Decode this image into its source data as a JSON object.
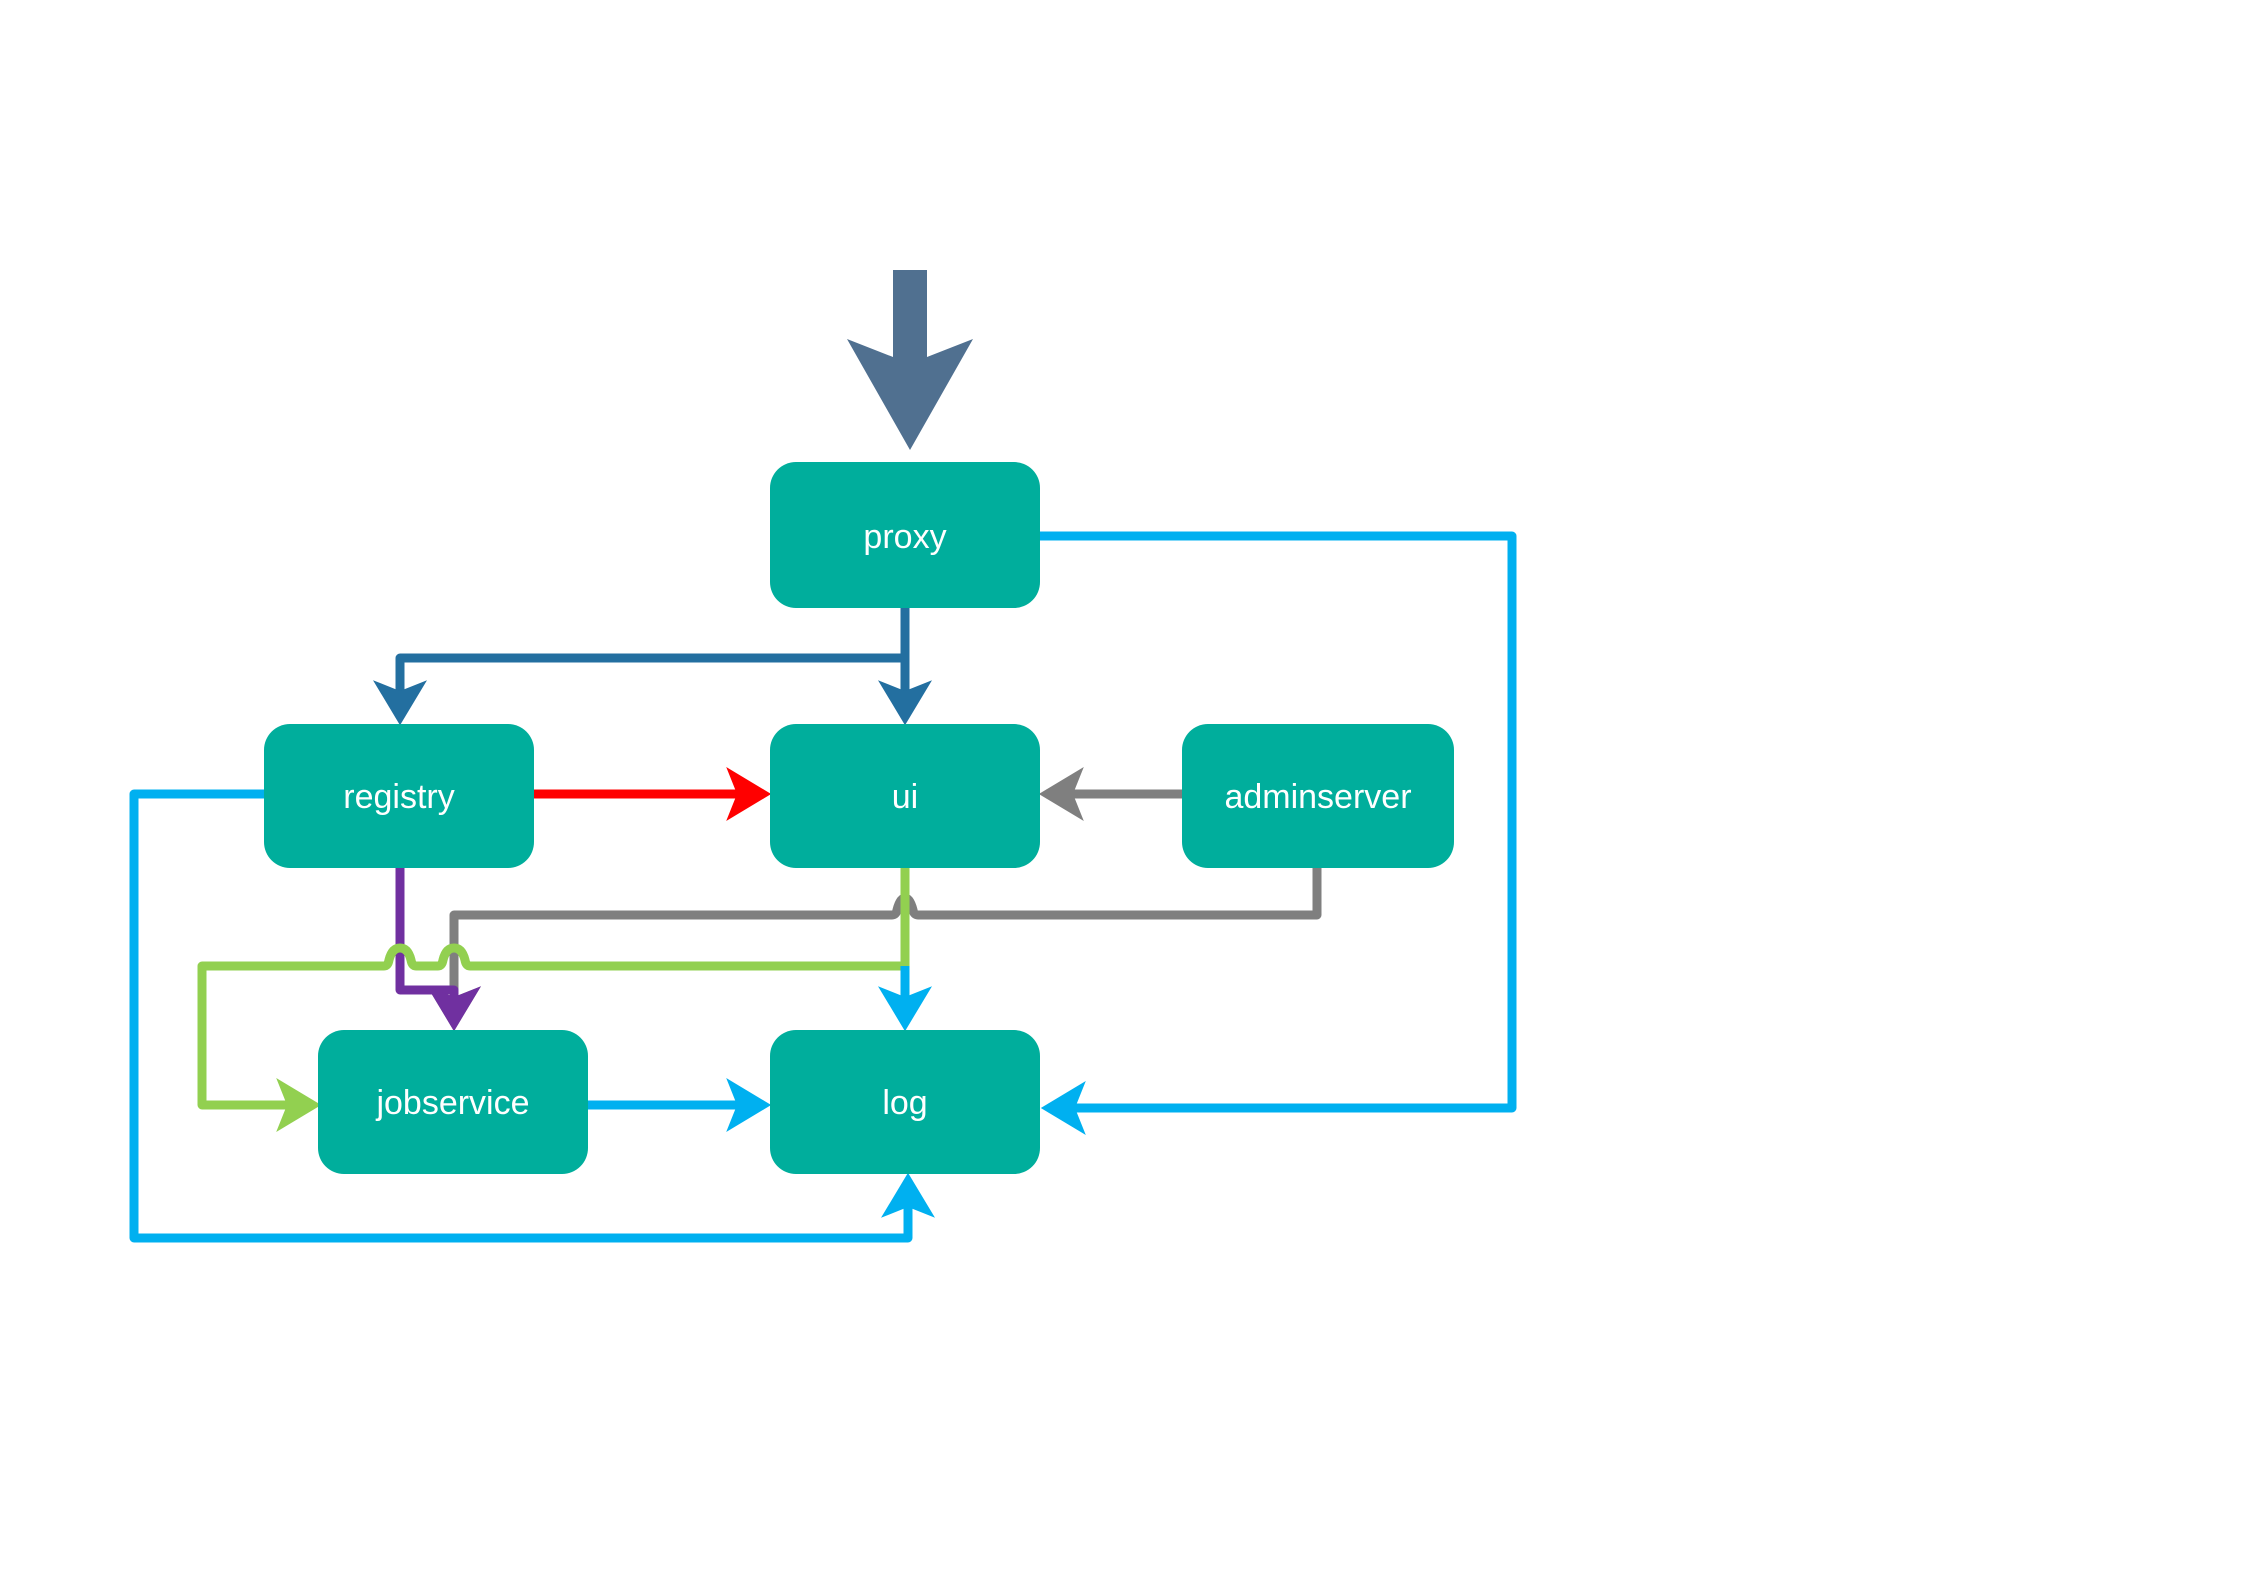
{
  "diagram": {
    "type": "architecture-flow",
    "entry_arrow": {
      "color": "#507090",
      "target": "proxy"
    },
    "node_color": "#00ae9c",
    "text_color": "#ffffff",
    "nodes": [
      {
        "id": "proxy",
        "label": "proxy"
      },
      {
        "id": "registry",
        "label": "registry"
      },
      {
        "id": "ui",
        "label": "ui"
      },
      {
        "id": "adminserver",
        "label": "adminserver"
      },
      {
        "id": "jobservice",
        "label": "jobservice"
      },
      {
        "id": "log",
        "label": "log"
      }
    ],
    "edges": [
      {
        "id": "proxy-registry",
        "from": "proxy",
        "to": "registry",
        "color": "#236fa0"
      },
      {
        "id": "proxy-ui",
        "from": "proxy",
        "to": "ui",
        "color": "#236fa0"
      },
      {
        "id": "proxy-log",
        "from": "proxy",
        "to": "log",
        "color": "#00b0f0"
      },
      {
        "id": "registry-ui",
        "from": "registry",
        "to": "ui",
        "color": "#ff0000"
      },
      {
        "id": "registry-log",
        "from": "registry",
        "to": "log",
        "color": "#00b0f0"
      },
      {
        "id": "registry-jobservice",
        "from": "registry",
        "to": "jobservice",
        "color": "#7030a0"
      },
      {
        "id": "adminserver-ui",
        "from": "adminserver",
        "to": "ui",
        "color": "#7f7f7f"
      },
      {
        "id": "adminserver-jobservice",
        "from": "adminserver",
        "to": "jobservice",
        "color": "#7f7f7f"
      },
      {
        "id": "ui-jobservice",
        "from": "ui",
        "to": "jobservice",
        "color": "#92d050"
      },
      {
        "id": "ui-log",
        "from": "ui",
        "to": "log",
        "color": "#00b0f0"
      },
      {
        "id": "jobservice-log",
        "from": "jobservice",
        "to": "log",
        "color": "#00b0f0"
      }
    ]
  }
}
